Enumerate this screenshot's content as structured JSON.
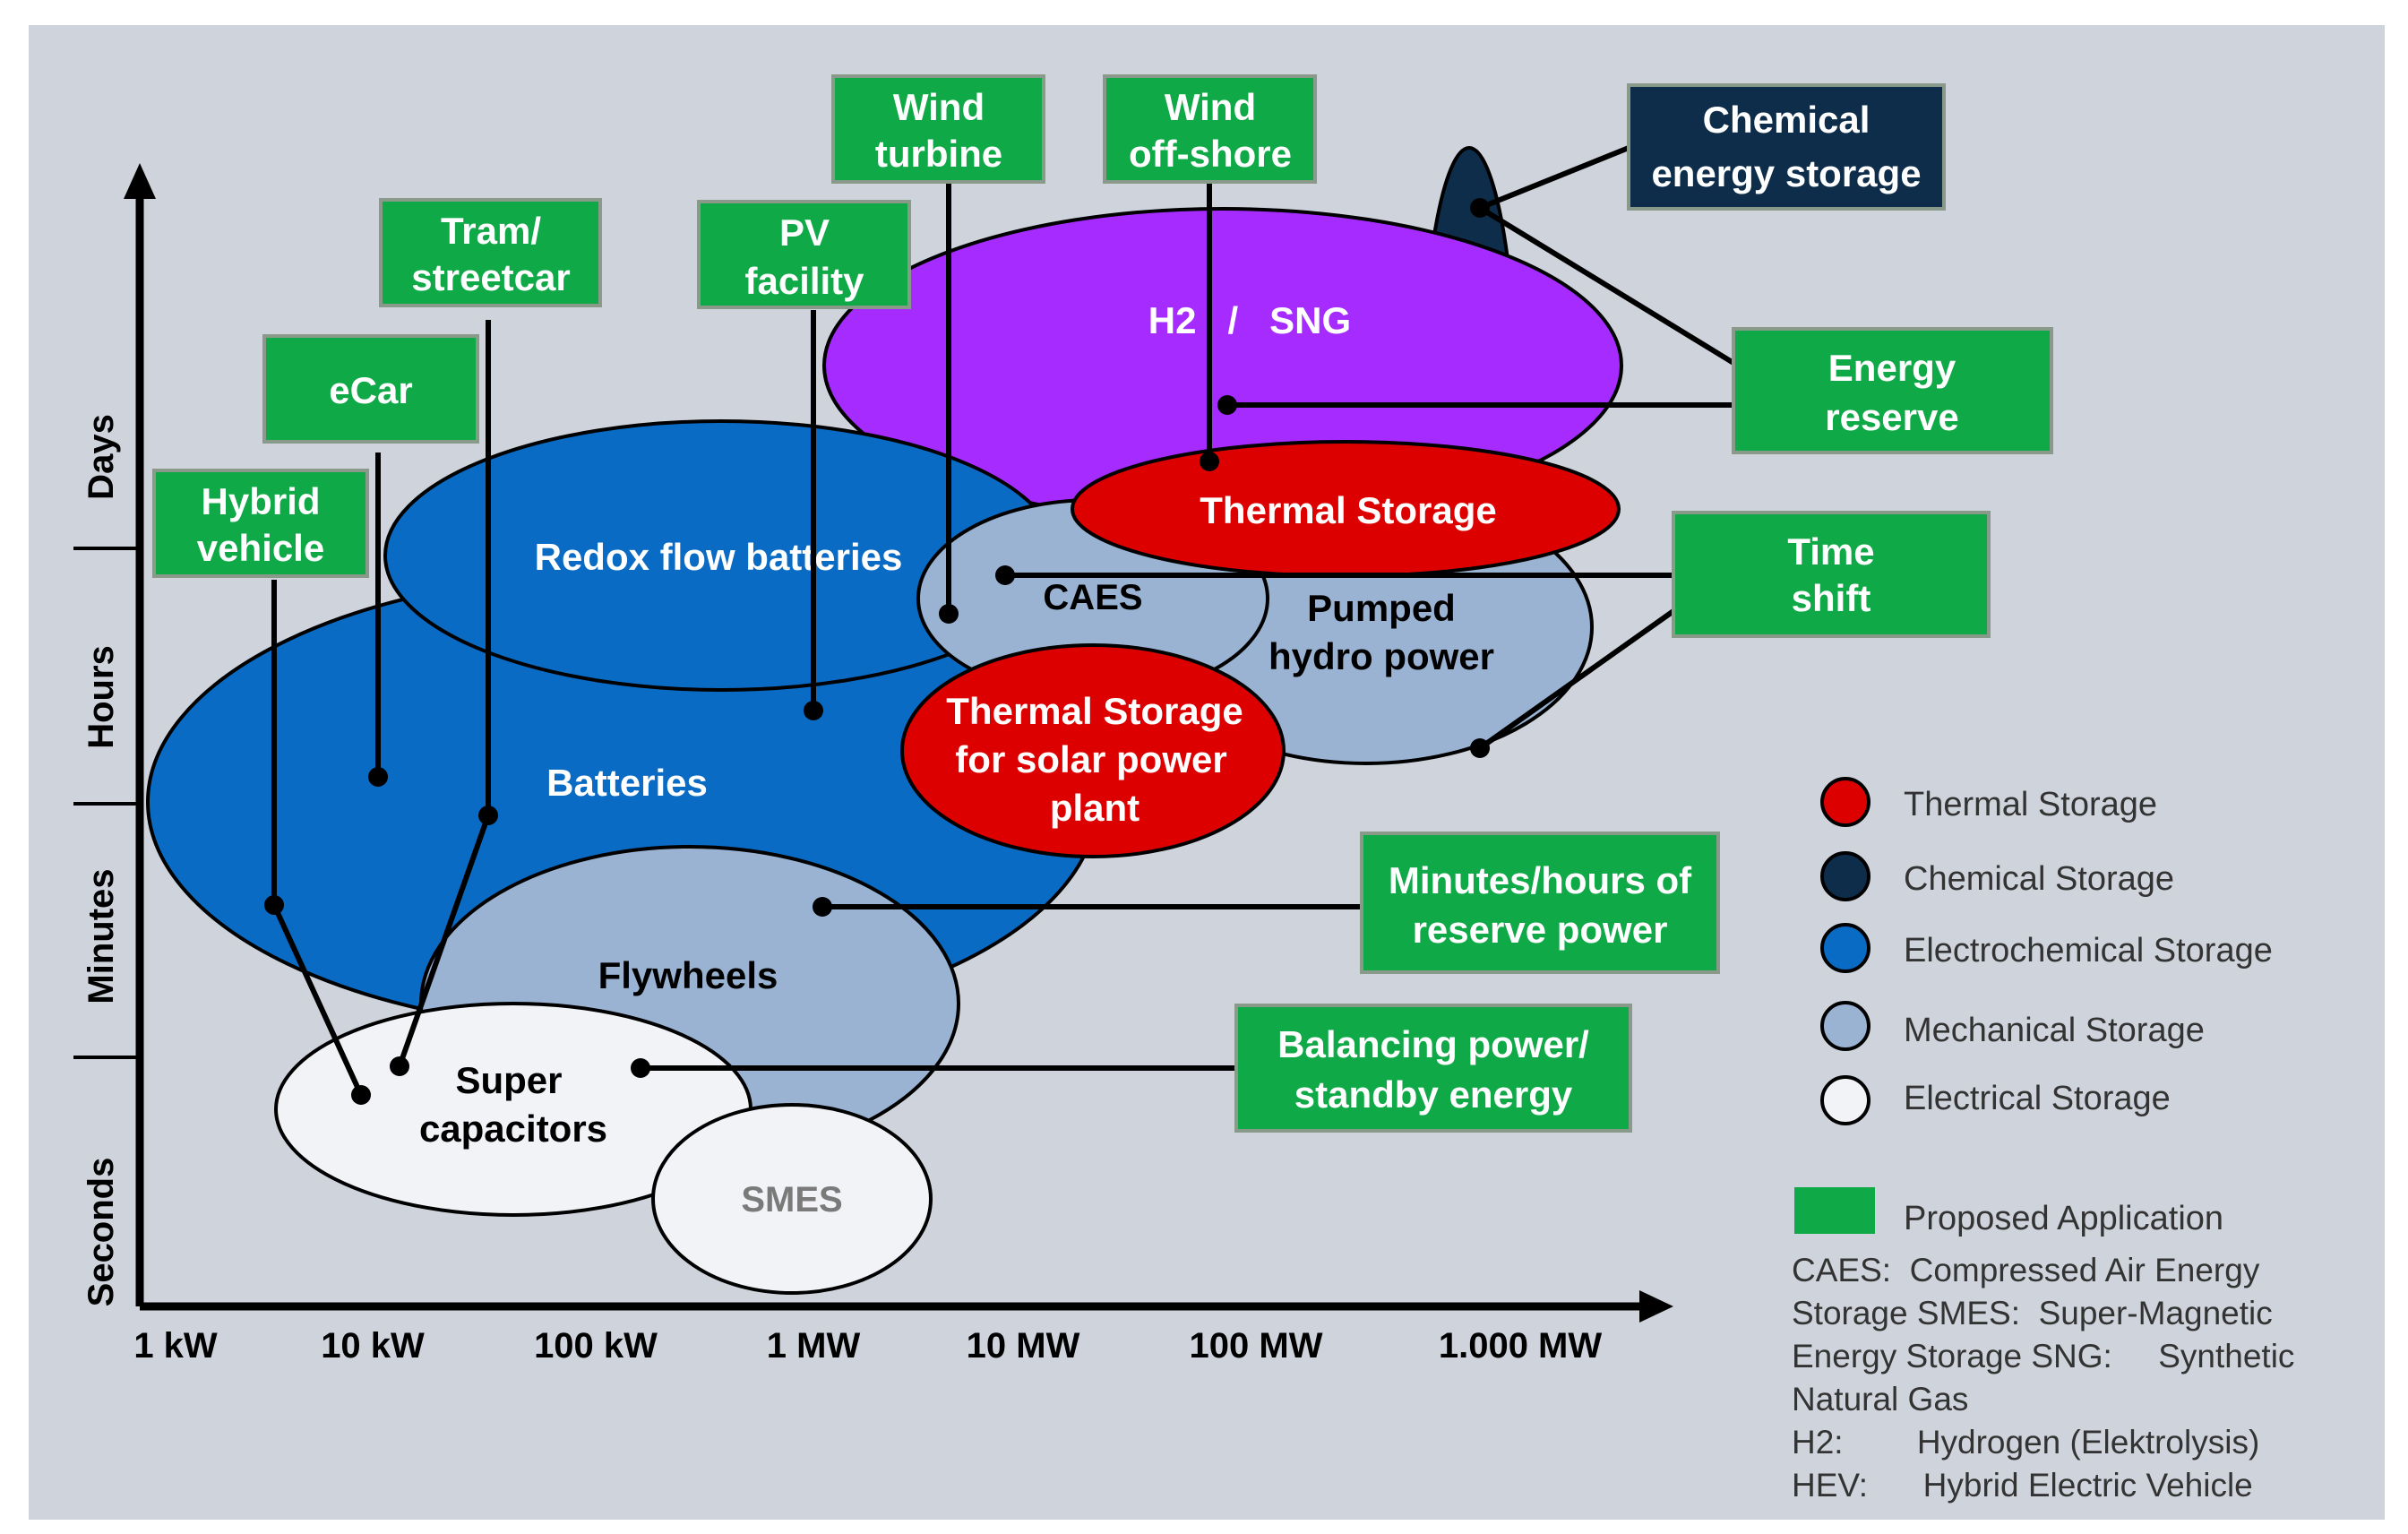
{
  "colors": {
    "background": "#cfd4dc",
    "thermal": "#dd0000",
    "chemical": "#0e2d4a",
    "electrochemical": "#0a6bc4",
    "mechanical": "#9ab3d3",
    "electrical": "#f2f3f7",
    "h2": "#a52bff",
    "application": "#10a947"
  },
  "axes": {
    "y_labels": [
      "Seconds",
      "Minutes",
      "Hours",
      "Days"
    ],
    "x_labels": [
      "1 kW",
      "10 kW",
      "100 kW",
      "1 MW",
      "10 MW",
      "100 MW",
      "1.000 MW"
    ]
  },
  "technologies": {
    "batteries": "Batteries",
    "redox": "Redox flow batteries",
    "h2_sng": "H2   /   SNG",
    "thermal_storage": "Thermal Storage",
    "caes": "CAES",
    "pumped_hydro": [
      "Pumped",
      "hydro power"
    ],
    "thermal_solar": [
      "Thermal Storage",
      "for solar power",
      "plant"
    ],
    "flywheels": "Flywheels",
    "super_caps": [
      "Super",
      "capacitors"
    ],
    "smes": "SMES"
  },
  "applications": {
    "hybrid_vehicle": [
      "Hybrid",
      "vehicle"
    ],
    "ecar": [
      "eCar"
    ],
    "tram": [
      "Tram/",
      "streetcar"
    ],
    "pv": [
      "PV",
      "facility"
    ],
    "wind_turbine": [
      "Wind",
      "turbine"
    ],
    "wind_offshore": [
      "Wind",
      "off-shore"
    ],
    "chemical_storage": [
      "Chemical",
      "energy storage"
    ],
    "energy_reserve": [
      "Energy",
      "reserve"
    ],
    "time_shift": [
      "Time",
      "shift"
    ],
    "minutes_hours": [
      "Minutes/hours of",
      "reserve power"
    ],
    "balancing": [
      "Balancing power/",
      "standby energy"
    ]
  },
  "legend": {
    "items": [
      {
        "label": "Thermal Storage",
        "color": "#dd0000"
      },
      {
        "label": "Chemical Storage",
        "color": "#0e2d4a"
      },
      {
        "label": "Electrochemical Storage",
        "color": "#0a6bc4"
      },
      {
        "label": "Mechanical Storage",
        "color": "#9ab3d3"
      },
      {
        "label": "Electrical Storage",
        "color": "#f2f3f7"
      }
    ],
    "proposed": "Proposed Application",
    "notes": [
      "CAES:  Compressed Air Energy",
      "Storage SMES:  Super-Magnetic",
      "Energy Storage SNG:     Synthetic",
      "Natural Gas",
      "H2:        Hydrogen (Elektrolysis)",
      "HEV:      Hybrid Electric Vehicle"
    ]
  }
}
